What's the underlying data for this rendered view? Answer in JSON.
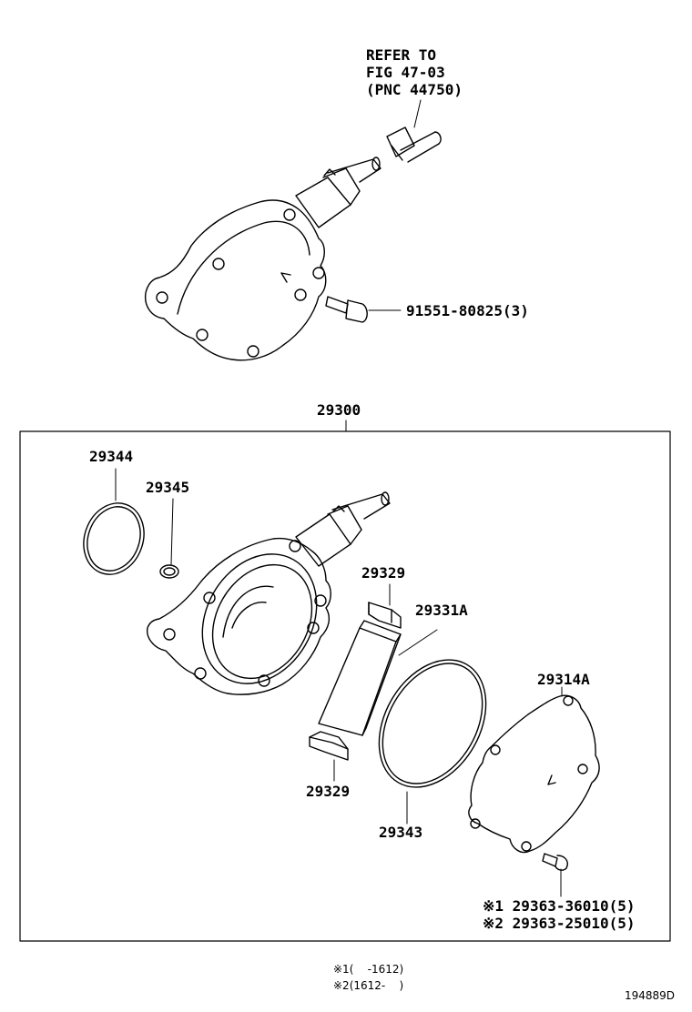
{
  "refer": {
    "line1": "REFER TO",
    "line2": "FIG 47-03",
    "line3": "(PNC 44750)"
  },
  "callouts": {
    "bolt_top": "91551-80825(3)",
    "assembly": "29300",
    "ring_large": "29344",
    "ring_small": "29345",
    "vane_top": "29329",
    "rotor": "29331A",
    "vane_bottom": "29329",
    "gasket": "29343",
    "cover": "29314A",
    "screw_1": "※1 29363-36010(5)",
    "screw_2": "※2 29363-25010(5)"
  },
  "legend": {
    "note_1": "※1(    -1612)",
    "note_2": "※2(1612-    )"
  },
  "figure_code": "194889D"
}
